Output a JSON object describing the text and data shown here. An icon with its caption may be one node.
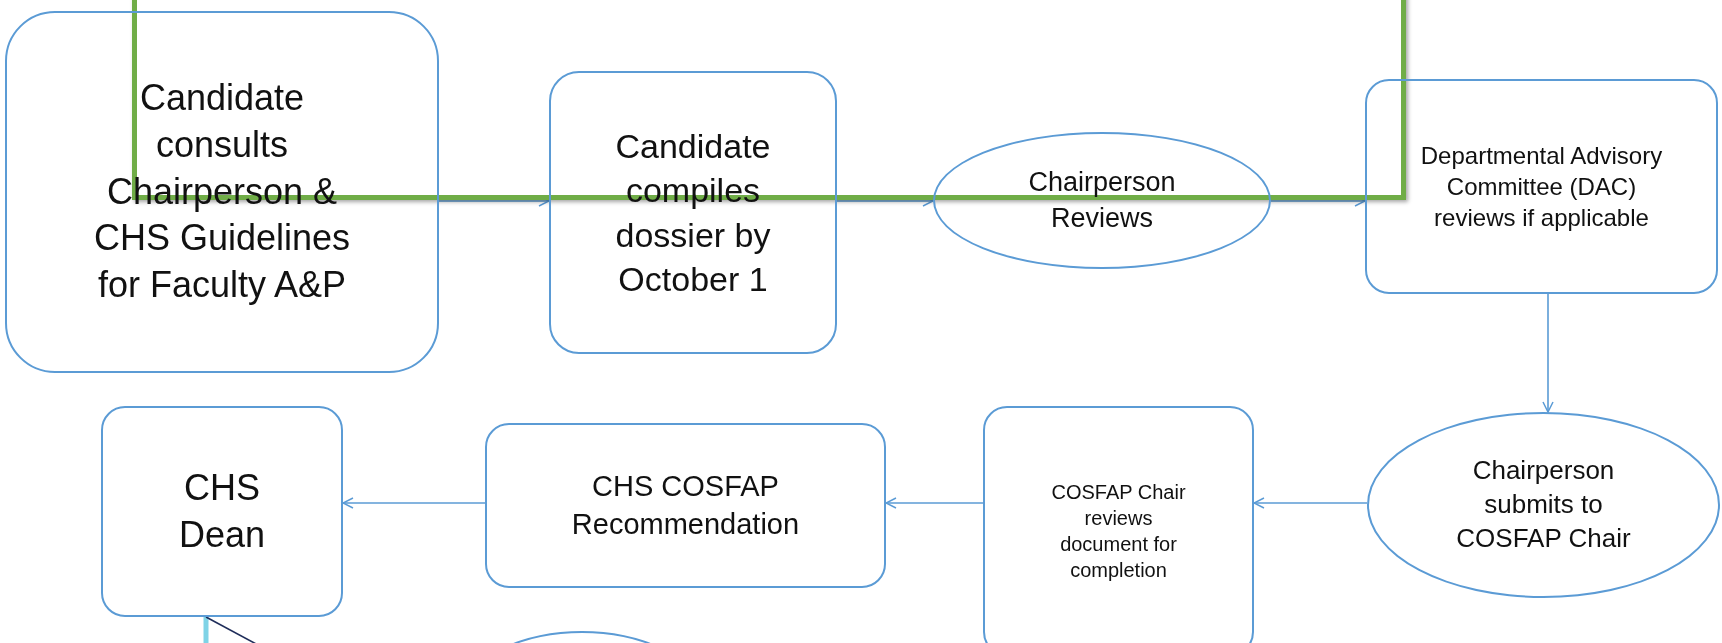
{
  "diagram": {
    "nodes": [
      {
        "text": [
          "Candidate consults Chairperson & CHS  Guidelines for Faculty A&P"
        ]
      },
      {
        "text": [
          "Candidate compiles dossier by October 1"
        ]
      },
      {
        "text": [
          "Chairperson Reviews"
        ]
      },
      {
        "text": [
          "Departmental Advisory Committee (DAC) reviews if applicable"
        ]
      },
      {
        "text": [
          "Chairperson submits to COSFAP Chair"
        ]
      },
      {
        "text": [
          "COSFAP Chair reviews document for completion"
        ]
      },
      {
        "text": [
          "CHS COSFAP Recommendation"
        ]
      },
      {
        "text": [
          "CHS Dean"
        ]
      },
      {
        "text": [],
        "shape": "ellipse"
      }
    ],
    "edges": [
      {
        "from": 0,
        "to": 1,
        "arrow": "to"
      },
      {
        "from": 1,
        "to": 2,
        "arrow": "to"
      },
      {
        "from": 2,
        "to": 3,
        "arrow": "to"
      },
      {
        "from": 3,
        "to": 4,
        "arrow": "to"
      },
      {
        "from": 4,
        "to": 5,
        "arrow": "to"
      },
      {
        "from": 5,
        "to": 6,
        "arrow": "to"
      },
      {
        "from": 6,
        "to": 7,
        "arrow": "to"
      },
      {
        "from": 7,
        "to": null,
        "arrow": "none",
        "style": "thick",
        "color": "#7fd3e6"
      },
      {
        "from": 7,
        "to": null,
        "arrow": "none",
        "color": "#1f2d5a"
      }
    ]
  }
}
